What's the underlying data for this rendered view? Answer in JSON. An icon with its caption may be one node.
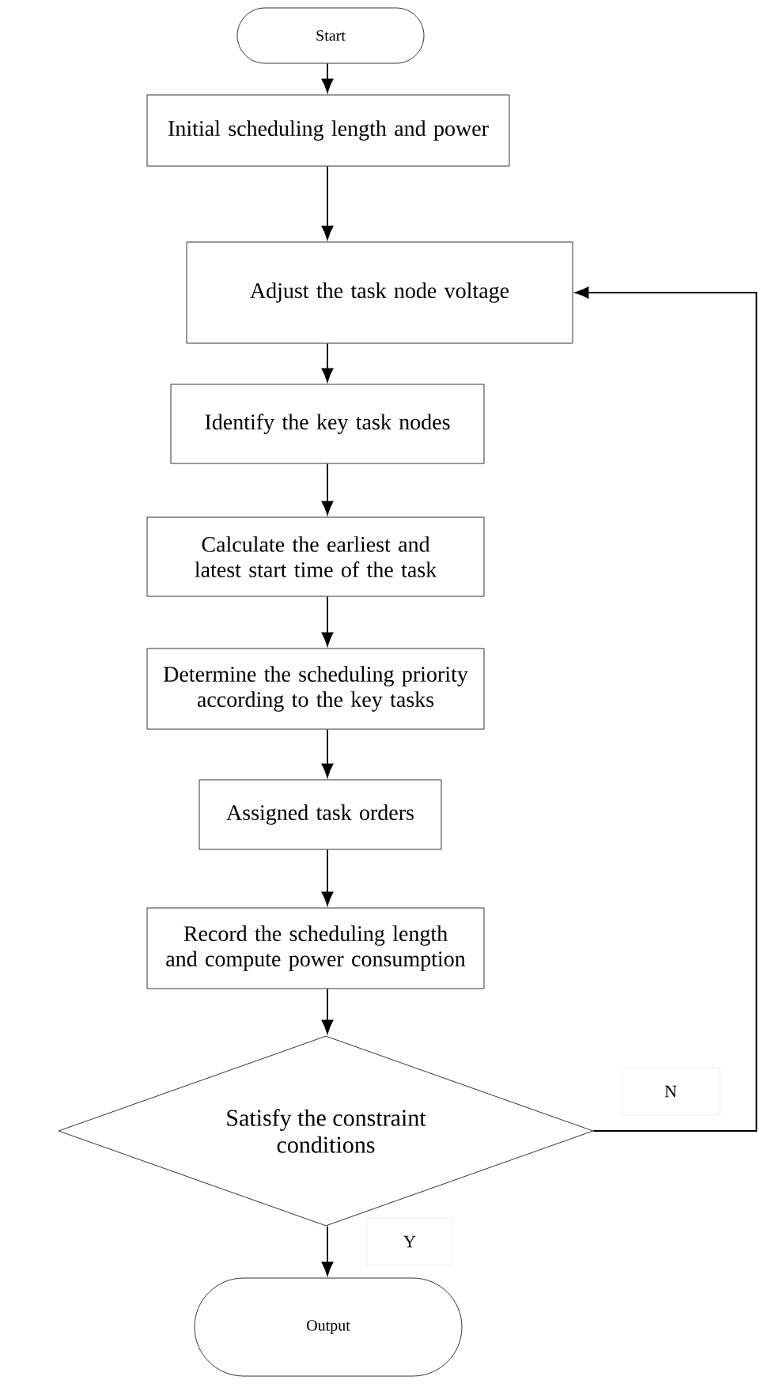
{
  "diagram": {
    "nodes": [
      {
        "text": [
          "Start"
        ]
      },
      {
        "text": [
          "Initial scheduling length and power"
        ]
      },
      {
        "text": [
          "Adjust the task node voltage"
        ]
      },
      {
        "text": [
          "Identify the key task nodes"
        ]
      },
      {
        "text": [
          "Calculate the earliest and latest start time of the task"
        ]
      },
      {
        "text": [
          "Determine the scheduling priority according to the key tasks"
        ]
      },
      {
        "text": [
          "Assigned task orders"
        ]
      },
      {
        "text": [
          "Record the scheduling length and compute power consumption"
        ]
      },
      {
        "text": [
          "Satisfy the constraint conditions"
        ]
      },
      {
        "text": [
          "Output"
        ]
      }
    ],
    "edges": [
      {
        "from": 0,
        "to": 1,
        "arrow": "to"
      },
      {
        "from": 1,
        "to": 2,
        "arrow": "to"
      },
      {
        "from": 2,
        "to": 3,
        "arrow": "to"
      },
      {
        "from": 3,
        "to": 4,
        "arrow": "to"
      },
      {
        "from": 4,
        "to": 5,
        "arrow": "to"
      },
      {
        "from": 5,
        "to": 6,
        "arrow": "to"
      },
      {
        "from": 6,
        "to": 7,
        "arrow": "to"
      },
      {
        "from": 7,
        "to": 8,
        "arrow": "to"
      },
      {
        "from": 8,
        "to": 9,
        "label": "Y",
        "arrow": "to"
      },
      {
        "from": 8,
        "to": 2,
        "label": "N",
        "arrow": "to"
      }
    ]
  }
}
